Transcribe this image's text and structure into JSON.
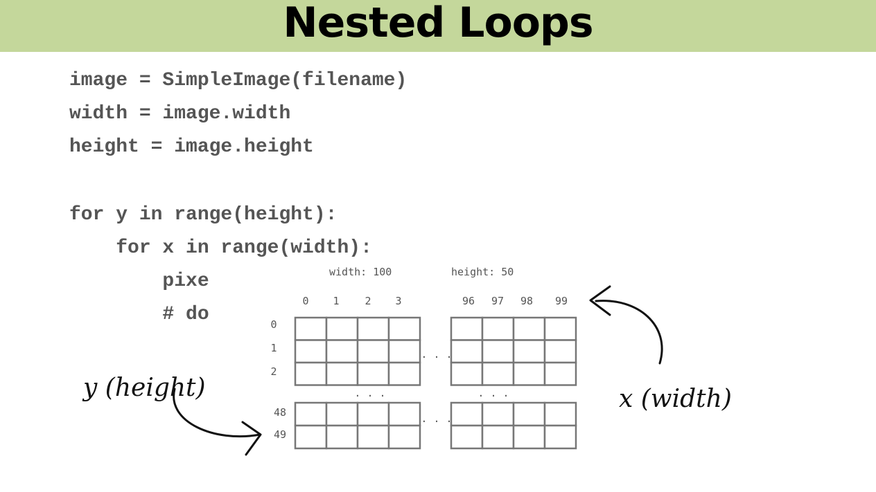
{
  "title": "Nested Loops",
  "colors": {
    "title_bar": "#c4d79b",
    "code_text": "#555555",
    "grid_stroke": "#777777"
  },
  "code": {
    "lines": [
      "image = SimpleImage(filename)",
      "width = image.width",
      "height = image.height",
      "for y in range(height):",
      "    for x in range(width):",
      "        pixe",
      "        # do"
    ]
  },
  "diagram": {
    "width_label": "width: 100",
    "height_label": "height: 50",
    "col_labels_left": [
      "0",
      "1",
      "2",
      "3"
    ],
    "col_labels_right": [
      "96",
      "97",
      "98",
      "99"
    ],
    "row_labels_top": [
      "0",
      "1",
      "2"
    ],
    "row_labels_bottom": [
      "48",
      "49"
    ],
    "ellipsis": ". . .",
    "x_annotation": "x (width)",
    "y_annotation": "y (height)"
  }
}
